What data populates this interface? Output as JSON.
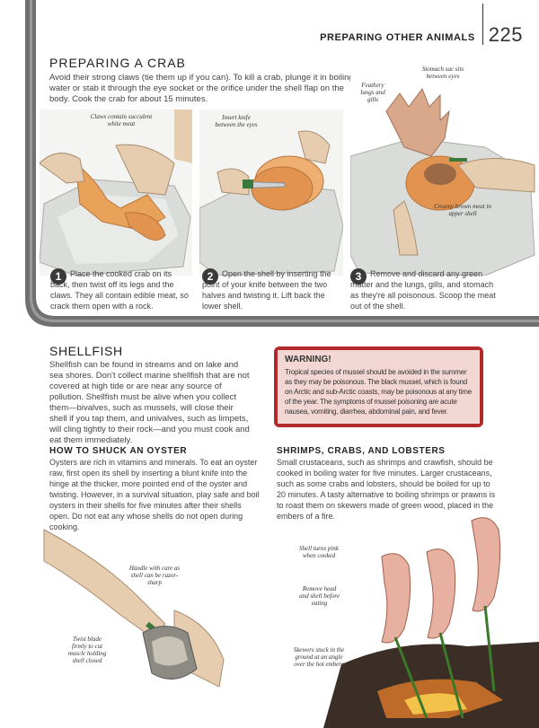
{
  "header": {
    "section": "PREPARING OTHER ANIMALS",
    "page_number": "225"
  },
  "crab": {
    "title": "PREPARING A CRAB",
    "intro": "Avoid their strong claws (tie them up if you can). To kill a crab, plunge it in boiling water or stab it through the eye socket or the orifice under the shell flap on the body. Cook the crab for about 15 minutes.",
    "callouts": {
      "claws": "Claws contain succulent white meat",
      "knife": "Insert knife between the eyes",
      "lungs": "Feathery lungs and gills",
      "stomach": "Stomach sac sits between eyes",
      "brown_meat": "Creamy brown meat in upper shell"
    },
    "steps": [
      {
        "num": "1",
        "text": "Place the cooked crab on its back, then twist off its legs and the claws. They all contain edible meat, so crack them open with a rock."
      },
      {
        "num": "2",
        "text": "Open the shell by inserting the point of your knife between the two halves and twisting it. Lift back the lower shell."
      },
      {
        "num": "3",
        "text": "Remove and discard any green matter and the lungs, gills, and stomach as they're all poisonous. Scoop the meat out of the shell."
      }
    ]
  },
  "shellfish": {
    "title": "SHELLFISH",
    "body": "Shellfish can be found in streams and on lake and sea shores. Don't collect marine shellfish that are not covered at high tide or are near any source of pollution. Shellfish must be alive when you collect them—bivalves, such as mussels, will close their shell if you tap them, and univalves, such as limpets, will cling tightly to their rock—and you must cook and eat them immediately."
  },
  "warning": {
    "title": "WARNING!",
    "body": "Tropical species of mussel should be avoided in the summer as they may be poisonous. The black mussel, which is found on Arctic and sub-Arctic coasts, may be poisonous at any time of the year. The symptoms of mussel poisoning are acute nausea, vomiting, diarrhea, abdominal pain, and fever."
  },
  "oyster": {
    "title": "HOW TO SHUCK AN OYSTER",
    "body": "Oysters are rich in vitamins and minerals. To eat an oyster raw, first open its shell by inserting a blunt knife into the hinge at the thicker, more pointed end of the oyster and twisting. However, in a survival situation, play safe and boil oysters in their shells for five minutes after their shells open. Do not eat any whose shells do not open during cooking.",
    "callouts": {
      "handle": "Handle with care as shell can be razor-sharp",
      "twist": "Twist blade firmly to cut muscle holding shell closed"
    }
  },
  "shrimp": {
    "title": "SHRIMPS, CRABS, AND LOBSTERS",
    "body": "Small crustaceans, such as shrimps and crawfish, should be cooked in boiling water for five minutes. Larger crustaceans, such as some crabs and lobsters, should be boiled for up to 20 minutes. A tasty alternative to boiling shrimps or prawns is to roast them on skewers made of green wood, placed in the embers of a fire.",
    "callouts": {
      "pink": "Shell turns pink when cooked",
      "head": "Remove head and shell before eating",
      "skewers": "Skewers stuck in the ground at an angle over the hot embers"
    }
  },
  "colors": {
    "frame": "#6b6b6b",
    "warning_border": "#b32a2a",
    "warning_fill": "#f2d7d5",
    "crab": "#e9a25a",
    "shrimp": "#e8b0a0"
  }
}
